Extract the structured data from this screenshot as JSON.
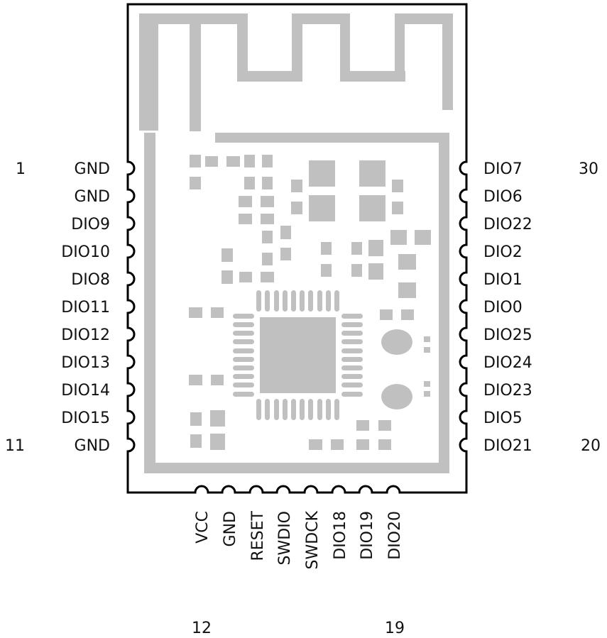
{
  "diagram": {
    "type": "module-pinout",
    "colors": {
      "outline": "#000000",
      "copper": "#c0c0c0",
      "text": "#111111",
      "background": "#ffffff"
    },
    "left_pins": {
      "first_number": "1",
      "last_number": "11",
      "labels": [
        "GND",
        "GND",
        "DIO9",
        "DIO10",
        "DIO8",
        "DIO11",
        "DIO12",
        "DIO13",
        "DIO14",
        "DIO15",
        "GND"
      ]
    },
    "right_pins": {
      "first_number": "30",
      "last_number": "20",
      "labels": [
        "DIO7",
        "DIO6",
        "DIO22",
        "DIO2",
        "DIO1",
        "DIO0",
        "DIO25",
        "DIO24",
        "DIO23",
        "DIO5",
        "DIO21"
      ]
    },
    "bottom_pins": {
      "first_number": "12",
      "last_number": "19",
      "labels": [
        "VCC",
        "GND",
        "RESET",
        "SWDIO",
        "SWDCK",
        "DIO18",
        "DIO19",
        "DIO20"
      ]
    }
  }
}
